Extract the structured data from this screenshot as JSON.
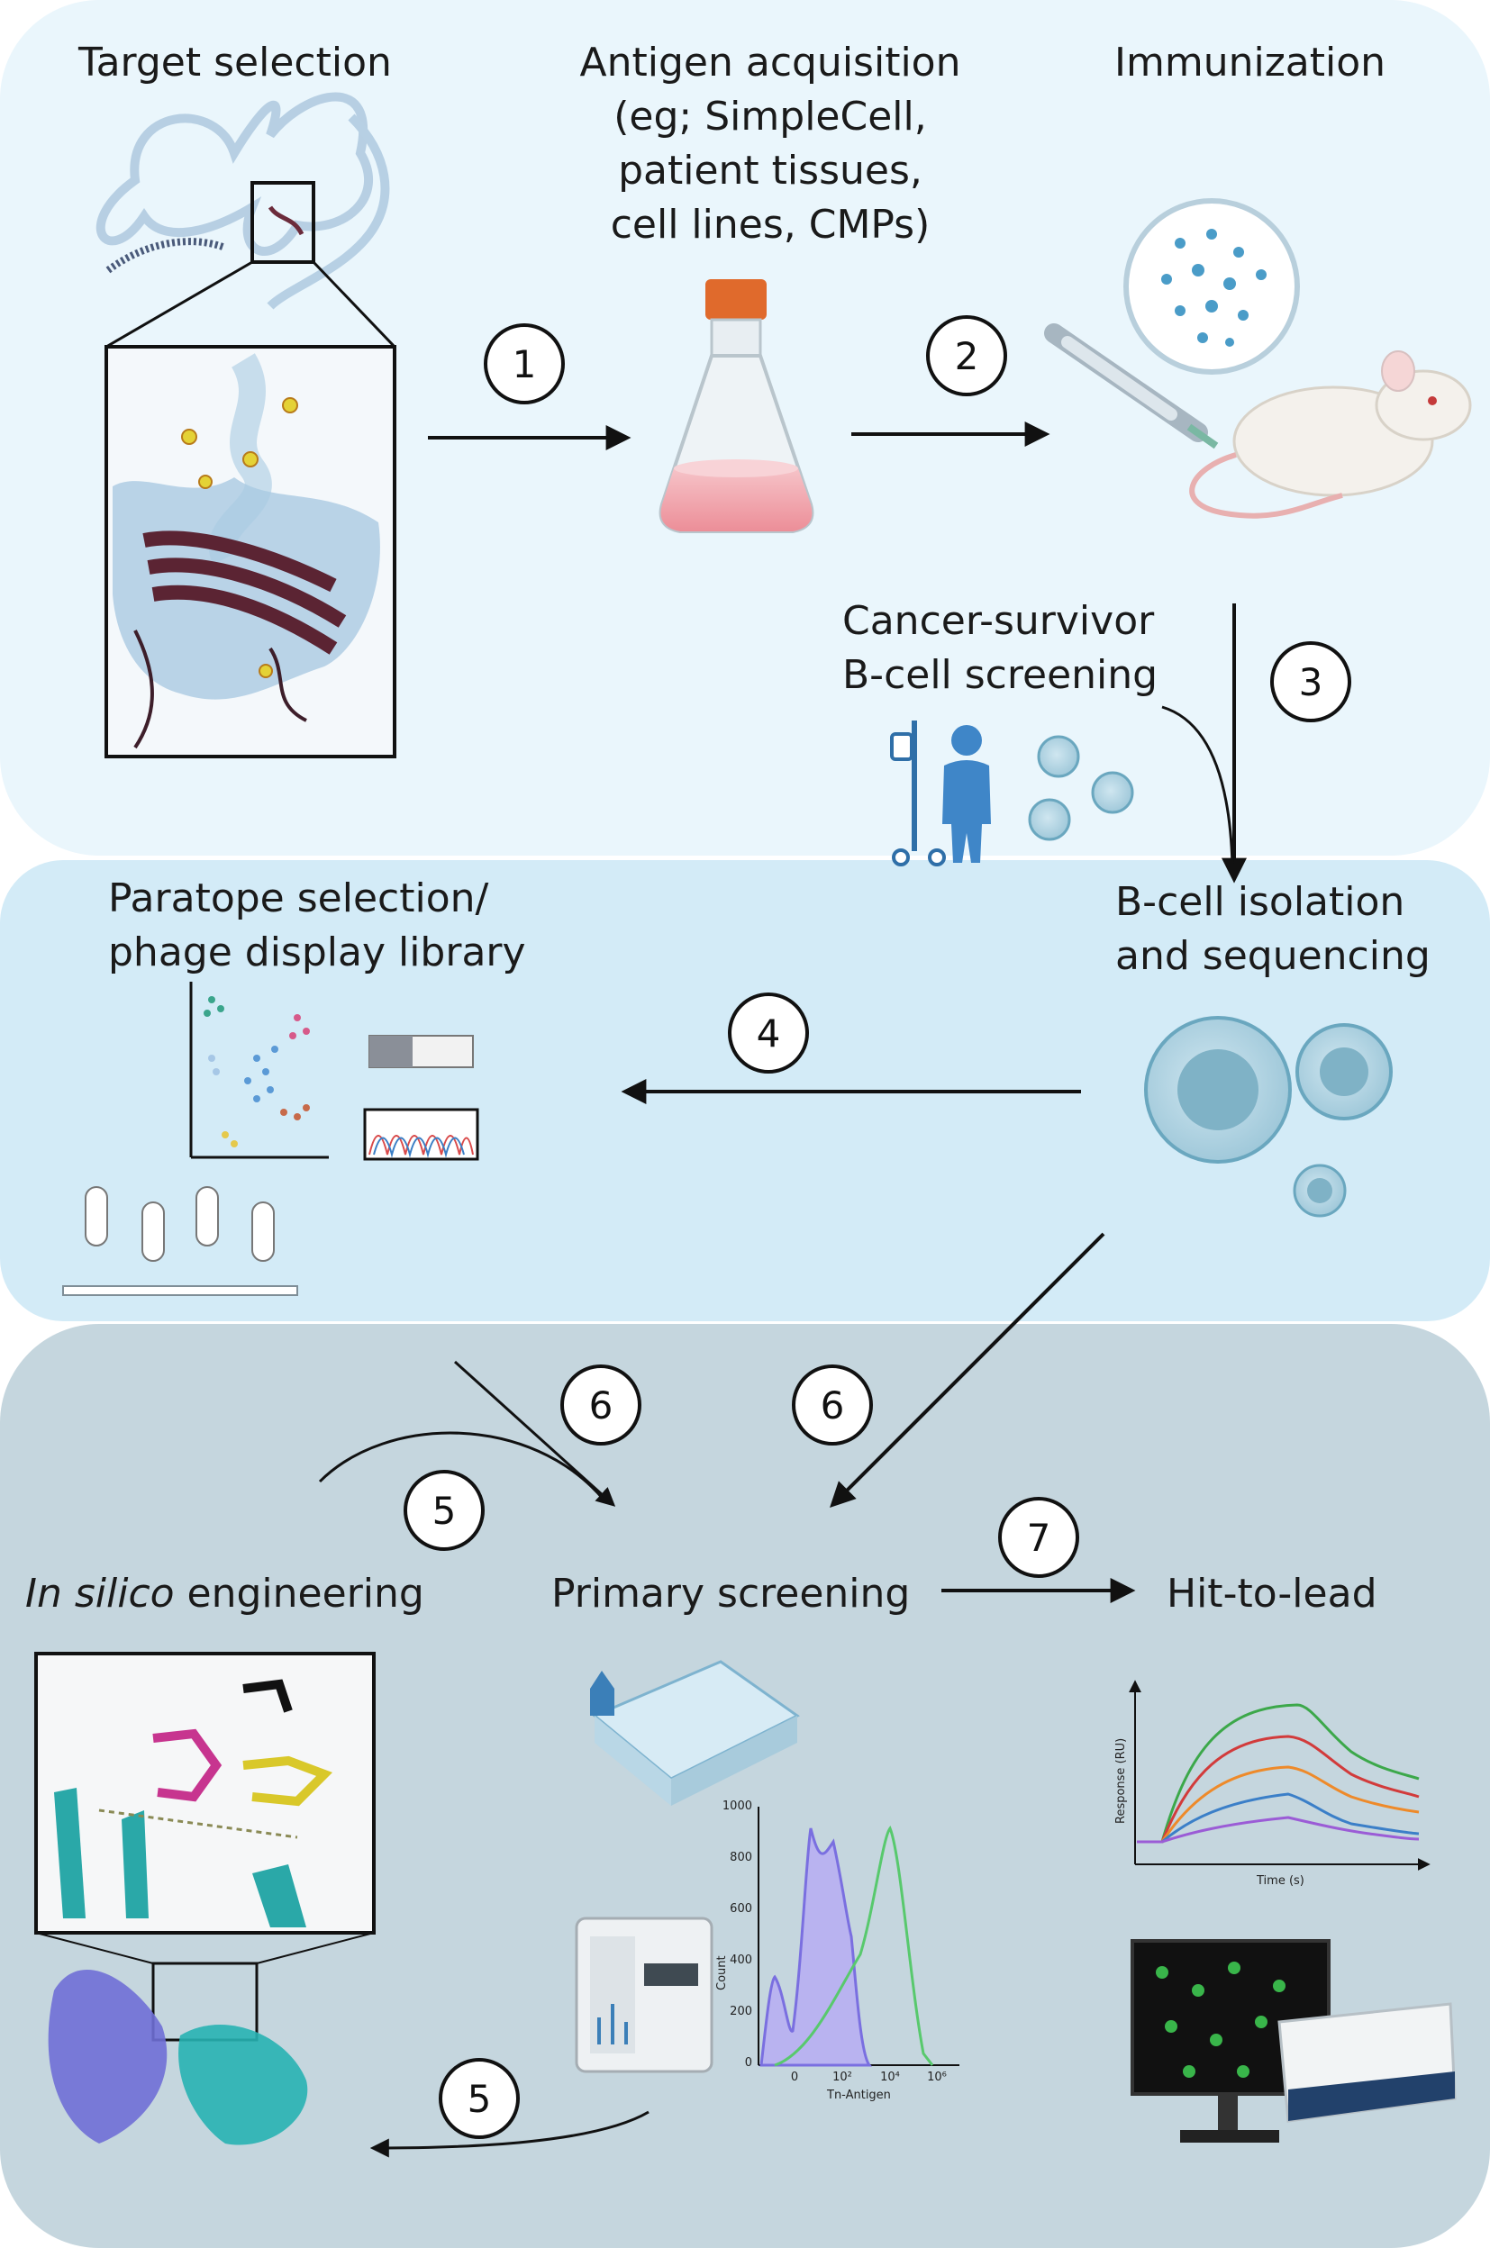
{
  "labels": {
    "target_selection": "Target selection",
    "antigen_acquisition": [
      "Antigen acquisition",
      "(eg; SimpleCell,",
      "patient tissues,",
      "cell lines, CMPs)"
    ],
    "immunization": "Immunization",
    "cancer_survivor": [
      "Cancer-survivor",
      "B-cell screening"
    ],
    "paratope": [
      "Paratope selection/",
      "phage display library"
    ],
    "bcell_isolation": [
      "B-cell isolation",
      "and sequencing"
    ],
    "in_silico_italic": "In silico",
    "in_silico_rest": " engineering",
    "primary_screening": "Primary screening",
    "hit_to_lead": "Hit-to-lead"
  },
  "steps": [
    "1",
    "2",
    "3",
    "4",
    "5",
    "5",
    "6",
    "6",
    "7"
  ],
  "spr_plot": {
    "ylabel": "Response (RU)",
    "xlabel": "Time (s)"
  },
  "flow_plot": {
    "ylabel": "Count",
    "xlabel": "Tn-Antigen",
    "yticks": [
      "1000",
      "800",
      "600",
      "400",
      "200",
      "0"
    ],
    "xticks": [
      "0",
      "10²",
      "10⁴",
      "10⁶"
    ]
  },
  "colors": {
    "panel_top": "#eaf6fc",
    "panel_mid": "#d3ebf7",
    "panel_bottom": "#c5d6de",
    "flask_liquid": "#f2a9b0",
    "flask_cap": "#e06a2c",
    "bcell": "#7fb2c6"
  }
}
